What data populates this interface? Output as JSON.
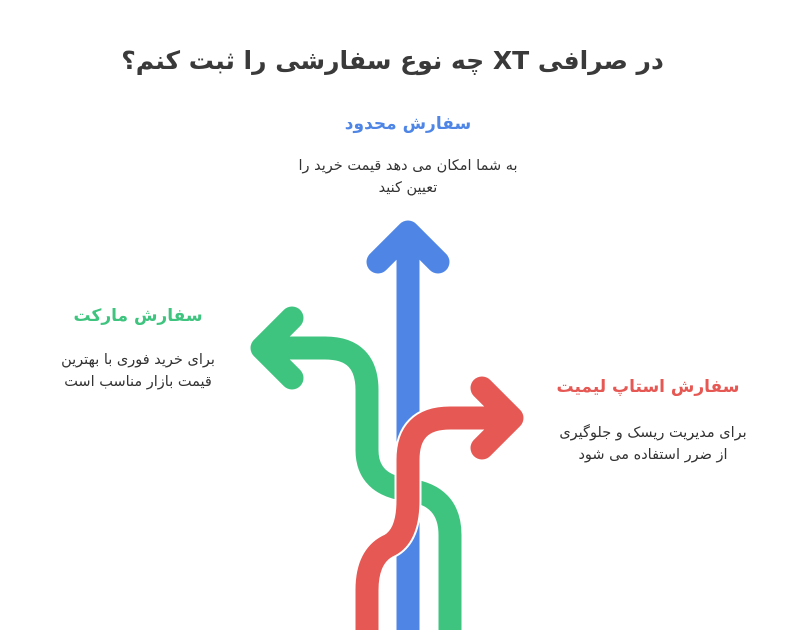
{
  "title": "در صرافی XT چه نوع سفارشی را ثبت کنم؟",
  "colors": {
    "limit": "#4F86E6",
    "market": "#3FC47F",
    "stop_limit": "#E65853",
    "text": "#333333",
    "title": "#3a3a3a"
  },
  "options": [
    {
      "id": "limit",
      "heading": "سفارش محدود",
      "line1": "به شما امکان می دهد قیمت خرید را",
      "line2": "تعیین کنید",
      "arrow_direction": "up",
      "color": "#4F86E6"
    },
    {
      "id": "market",
      "heading": "سفارش مارکت",
      "line1": "برای خرید فوری با بهترین",
      "line2": "قیمت بازار مناسب است",
      "arrow_direction": "left",
      "color": "#3FC47F"
    },
    {
      "id": "stop_limit",
      "heading": "سفارش استاپ لیمیت",
      "line1": "برای مدیریت ریسک و جلوگیری",
      "line2": "از ضرر استفاده می شود",
      "arrow_direction": "right",
      "color": "#E65853"
    }
  ]
}
